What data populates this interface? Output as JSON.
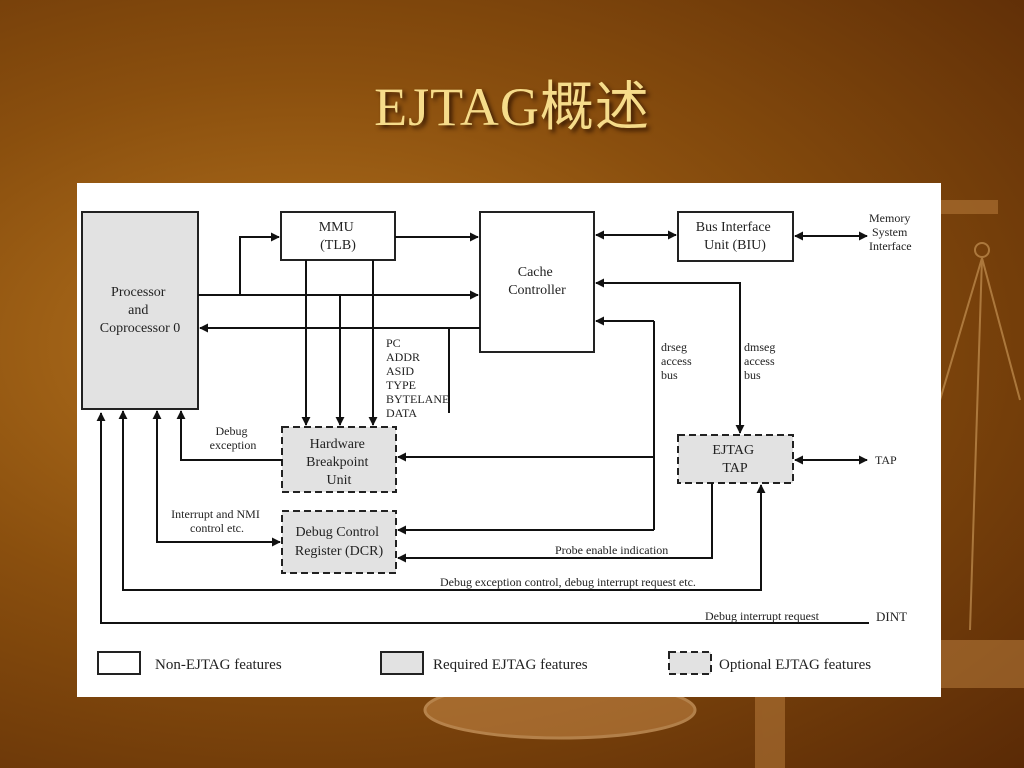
{
  "slide": {
    "title": "EJTAG概述"
  },
  "diagram": {
    "blocks": {
      "processor": [
        "Processor",
        "and",
        "Coprocessor 0"
      ],
      "mmu": [
        "MMU",
        "(TLB)"
      ],
      "cache": [
        "Cache",
        "Controller"
      ],
      "biu": [
        "Bus Interface",
        "Unit (BIU)"
      ],
      "hbu": [
        "Hardware",
        "Breakpoint",
        "Unit"
      ],
      "dcr": [
        "Debug Control",
        "Register (DCR)"
      ],
      "ejtag_tap": [
        "EJTAG",
        "TAP"
      ]
    },
    "labels": {
      "memory_interface": [
        "Memory",
        "System",
        "Interface"
      ],
      "pc_signals": [
        "PC",
        "ADDR",
        "ASID",
        "TYPE",
        "BYTELANE",
        "DATA"
      ],
      "drseg": [
        "drseg",
        "access",
        "bus"
      ],
      "dmseg": [
        "dmseg",
        "access",
        "bus"
      ],
      "debug_exception": [
        "Debug",
        "exception"
      ],
      "interrupt_nmi": [
        "Interrupt and NMI",
        "control etc."
      ],
      "tap": "TAP",
      "probe_enable": "Probe enable indication",
      "debug_exception_control": "Debug exception control, debug interrupt request etc.",
      "debug_interrupt_request": "Debug interrupt request",
      "dint": "DINT"
    },
    "legend": {
      "non_ejtag": "Non-EJTAG features",
      "required": "Required EJTAG features",
      "optional": "Optional EJTAG features"
    }
  }
}
